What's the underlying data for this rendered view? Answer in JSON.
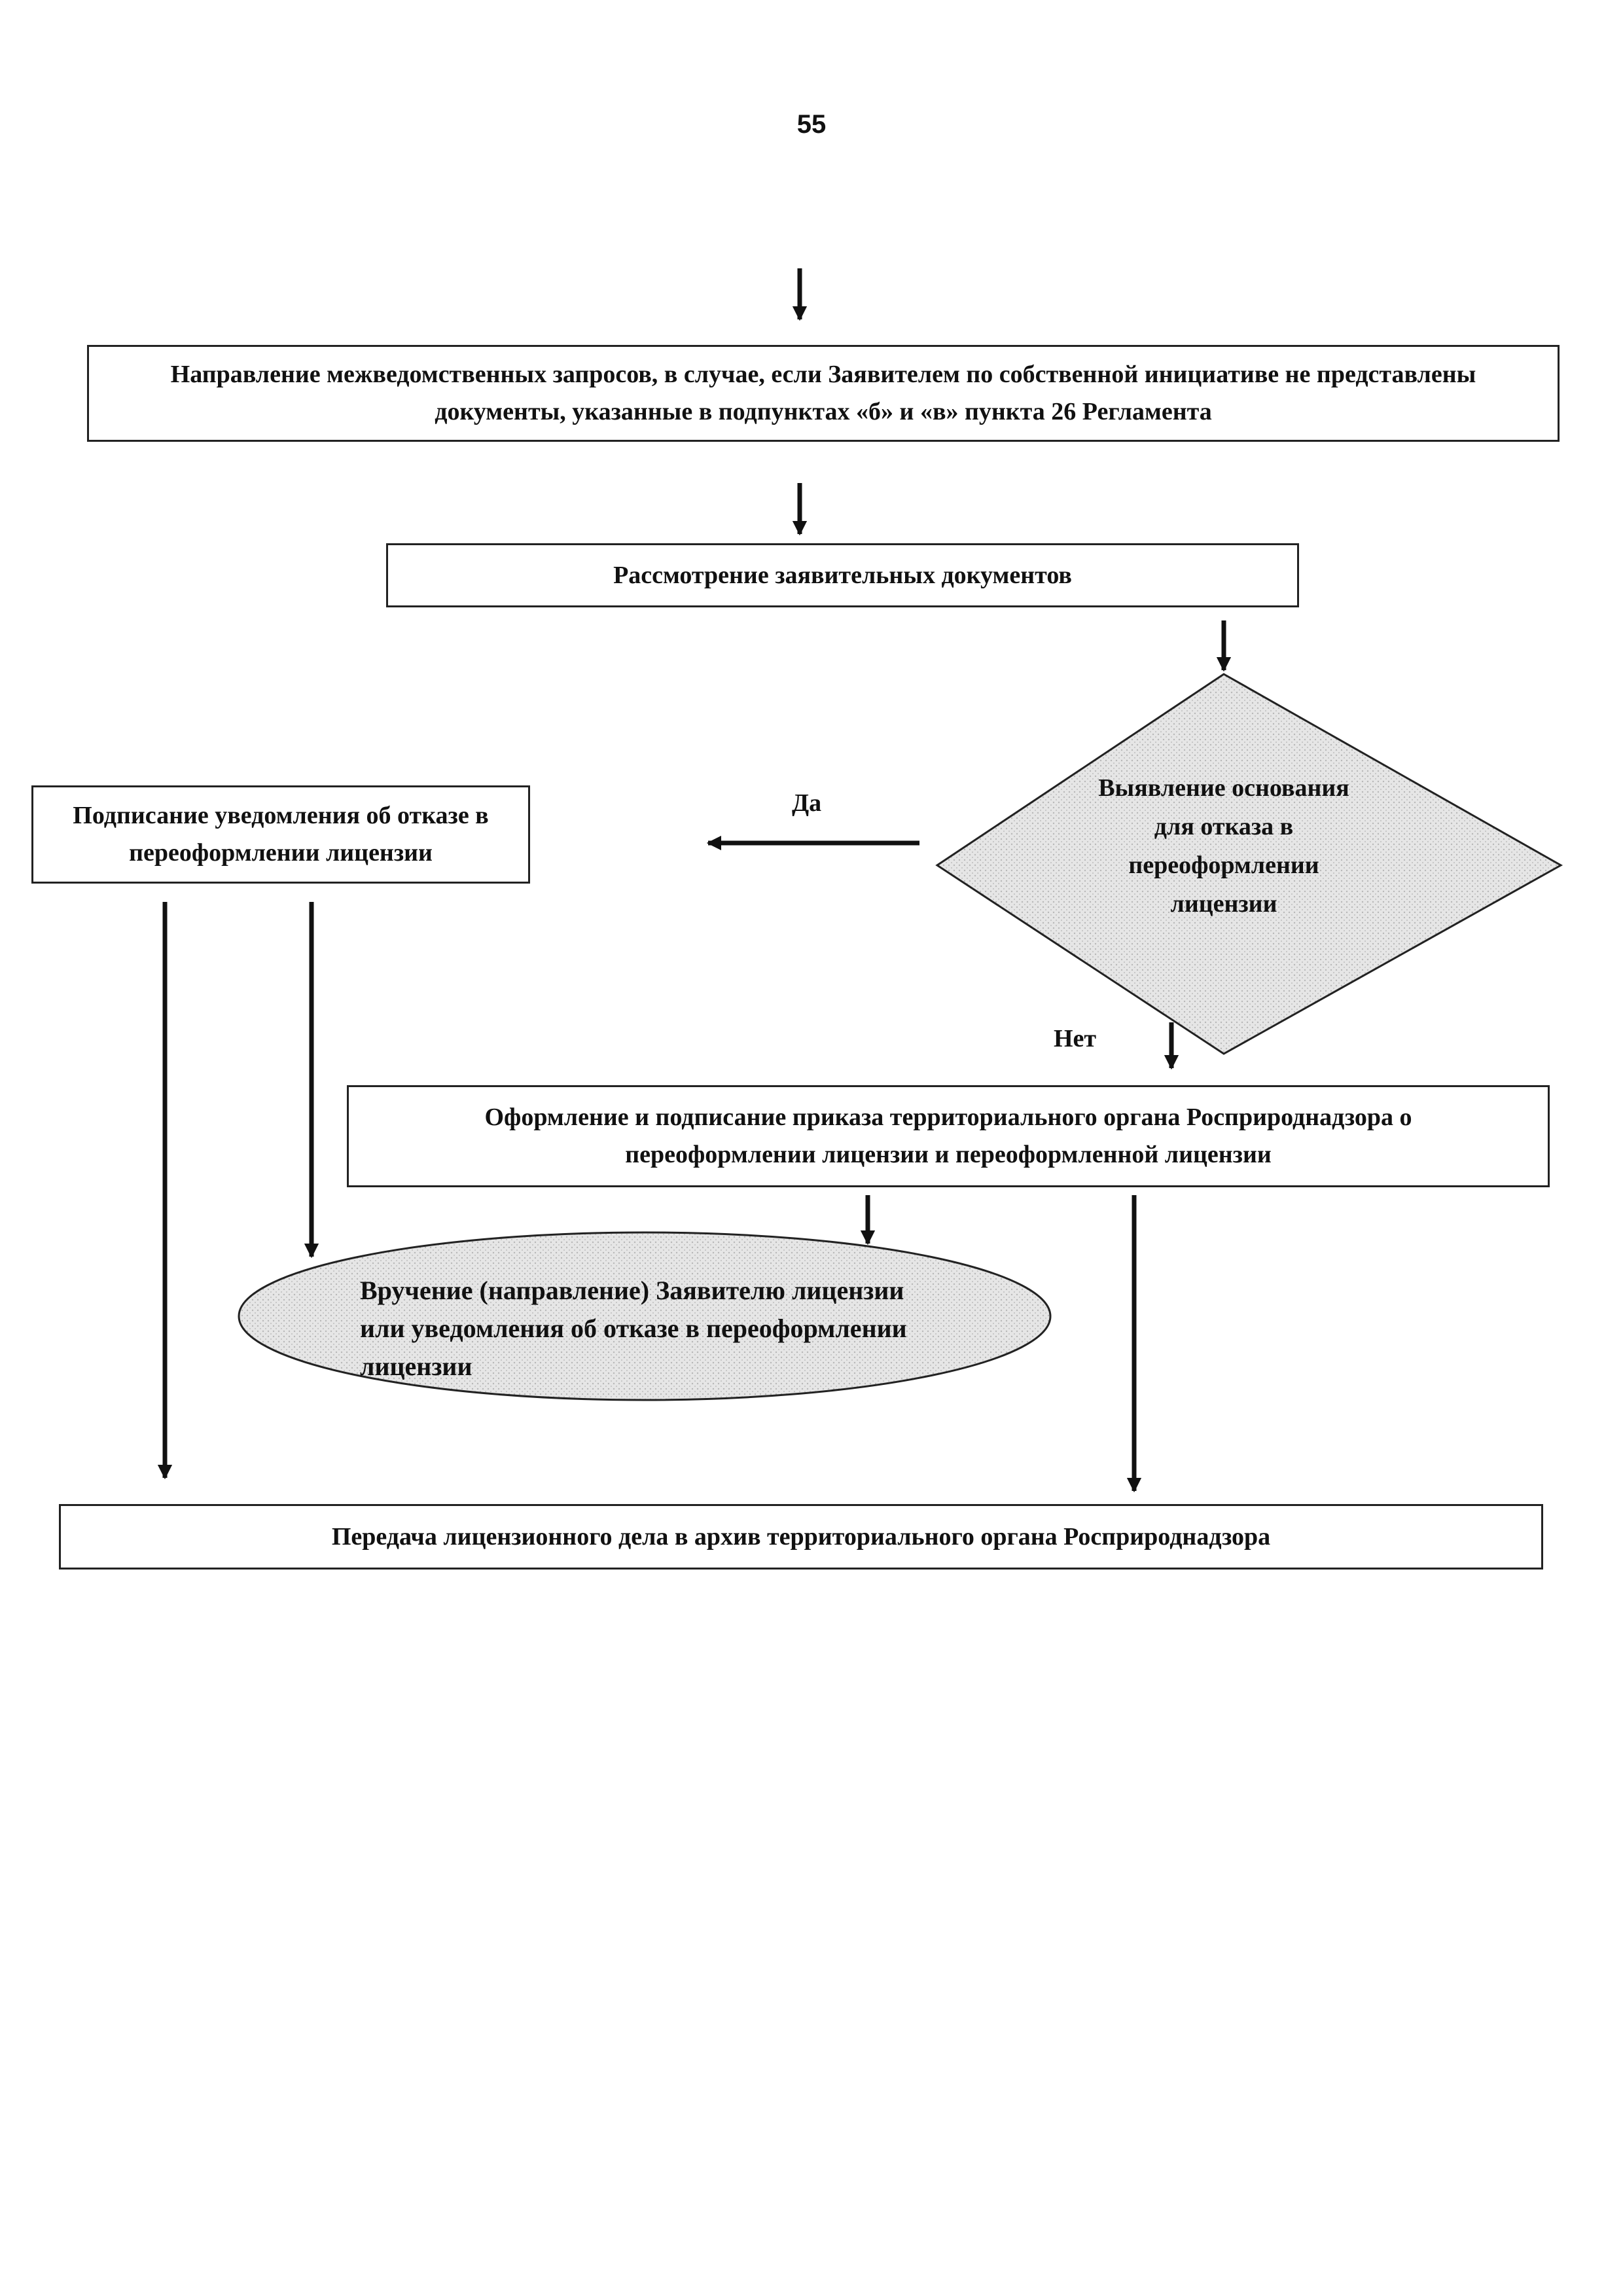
{
  "page_number": "55",
  "diagram": {
    "box_requests": "Направление межведомственных запросов, в случае, если Заявителем по собственной инициативе не представлены документы, указанные в подпунктах «б» и «в» пункта 26 Регламента",
    "box_review": "Рассмотрение заявительных документов",
    "decision": "Выявление основания для отказа в переоформлении лицензии",
    "yes_label": "Да",
    "no_label": "Нет",
    "box_refusal": "Подписание уведомления об отказе в переоформлении лицензии",
    "box_order": "Оформление и подписание приказа территориального органа Росприроднадзора о переоформлении лицензии и переоформленной лицензии",
    "oval_delivery": "Вручение (направление) Заявителю лицензии или уведомления об отказе в переоформлении лицензии",
    "box_archive": "Передача лицензионного дела в архив территориального органа Росприроднадзора"
  },
  "colors": {
    "line": "#111111",
    "shape_fill": "#dedede",
    "box_border": "#222222"
  }
}
